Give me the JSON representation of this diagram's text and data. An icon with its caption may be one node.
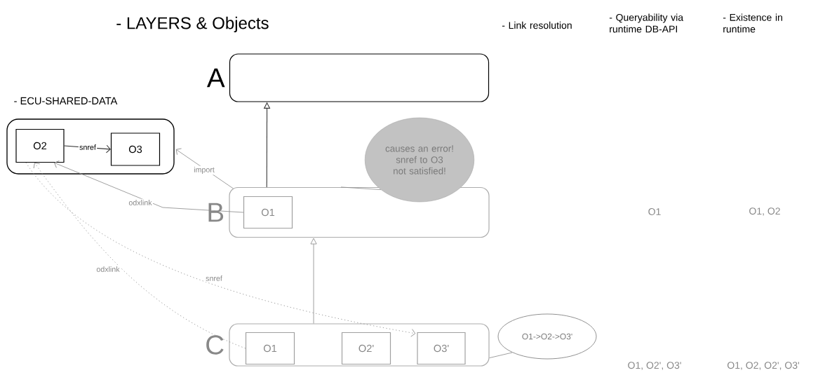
{
  "diagram": {
    "title": "- LAYERS & Objects",
    "nodes": [
      {
        "text": [
          "A"
        ]
      },
      {
        "text": [
          "- ECU-SHARED-DATA"
        ]
      },
      {
        "text": [
          "O2"
        ],
        "in": 1
      },
      {
        "text": [
          "O3"
        ],
        "in": 1
      },
      {
        "text": [
          "B"
        ]
      },
      {
        "text": [
          "O1"
        ],
        "in": 4
      },
      {
        "text": [
          "C"
        ]
      },
      {
        "text": [
          "O1"
        ],
        "in": 6
      },
      {
        "text": [
          "O2'"
        ],
        "in": 6
      },
      {
        "text": [
          "O3'"
        ],
        "in": 6
      },
      {
        "text": [
          "causes an error! snref to O3 not satisfied!"
        ]
      },
      {
        "text": [
          "O1->O2->O3'"
        ]
      }
    ],
    "edges": [
      {
        "from": 4,
        "to": 0,
        "arrow": "to",
        "color": "#333333"
      },
      {
        "from": 6,
        "to": 4,
        "arrow": "to"
      },
      {
        "from": 2,
        "to": 3,
        "arrow": "to",
        "label": "snref",
        "color": "#333333"
      },
      {
        "from": 4,
        "to": 1,
        "arrow": "to",
        "label": "import"
      },
      {
        "from": 5,
        "to": 2,
        "arrow": "to",
        "label": "odxlink"
      },
      {
        "from": 7,
        "to": 2,
        "arrow": "to",
        "label": "odxlink",
        "style": "dashed"
      },
      {
        "from": 2,
        "to": 9,
        "arrow": "to",
        "label": "snref",
        "style": "dashed"
      },
      {
        "from": 10,
        "to": 4,
        "arrow": "none"
      },
      {
        "from": 11,
        "to": 6,
        "arrow": "none"
      }
    ],
    "labels": [
      "- Link resolution",
      "- Queryability via runtime DB-API",
      "- Existence in runtime",
      "O1",
      "O1, O2",
      "O1, O2', O3'",
      "O1, O2, O2', O3'"
    ]
  }
}
